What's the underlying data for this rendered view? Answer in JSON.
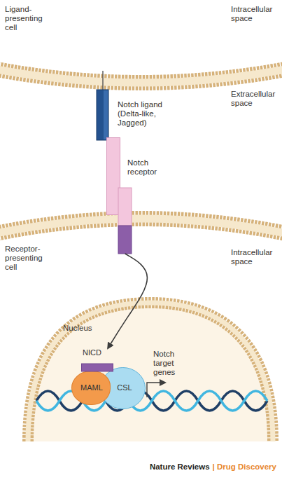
{
  "diagram": {
    "nodes": [
      {
        "text": [
          "Notch ligand (Delta-like, Jagged)"
        ]
      },
      {
        "text": [
          "Notch receptor"
        ]
      },
      {
        "text": [
          "Nucleus"
        ]
      },
      {
        "text": [
          "NICD"
        ],
        "in": 2
      },
      {
        "text": [
          "MAML"
        ],
        "in": 2
      },
      {
        "text": [
          "CSL"
        ],
        "in": 2
      }
    ],
    "edges": [
      {
        "from": 1,
        "to": 3,
        "arrow": "to"
      }
    ],
    "labels": [
      "Ligand-presenting cell",
      "Intracellular space",
      "Extracellular space",
      "Receptor-presenting cell",
      "Intracellular space",
      "Notch target genes",
      "Nature Reviews",
      "| Drug Discovery"
    ]
  }
}
